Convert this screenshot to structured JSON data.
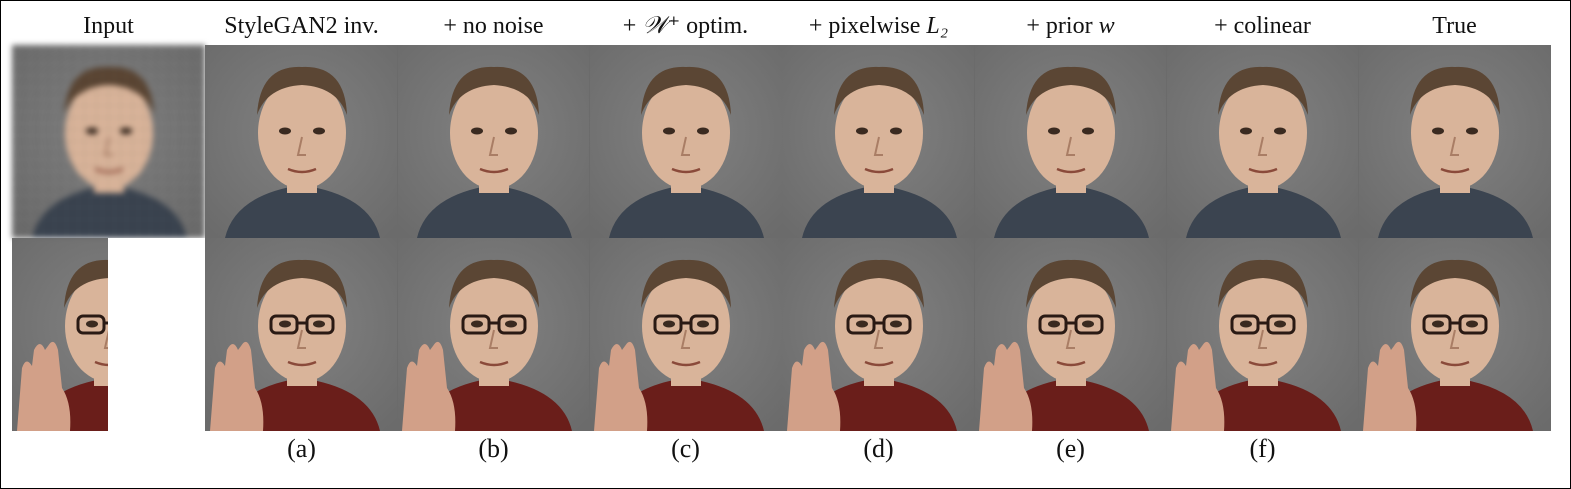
{
  "figure": {
    "columns": [
      {
        "title_pre": "Input",
        "title_math": "",
        "title_post": "",
        "label": ""
      },
      {
        "title_pre": "StyleGAN2 inv.",
        "title_math": "",
        "title_post": "",
        "label": "(a)"
      },
      {
        "title_pre": "+ no noise",
        "title_math": "",
        "title_post": "",
        "label": "(b)"
      },
      {
        "title_pre": "+ ",
        "title_math": "𝒲⁺",
        "title_post": " optim.",
        "label": "(c)"
      },
      {
        "title_pre": "+ pixelwise ",
        "title_math": "L₂",
        "title_post": "",
        "label": "(d)"
      },
      {
        "title_pre": "+ prior ",
        "title_math": "w",
        "title_post": "",
        "label": "(e)"
      },
      {
        "title_pre": "+ colinear",
        "title_math": "",
        "title_post": "",
        "label": "(f)"
      },
      {
        "title_pre": "True",
        "title_math": "",
        "title_post": "",
        "label": ""
      }
    ],
    "colors": {
      "row1_background": "#6b6b6b",
      "row2_background": "#b3201f",
      "skin": "#d9b49a",
      "hair": "#5b4634"
    }
  }
}
